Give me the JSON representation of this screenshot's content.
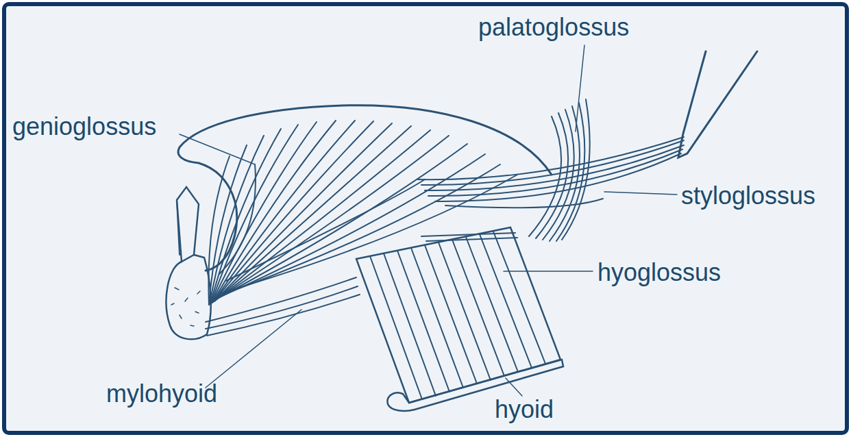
{
  "diagram": {
    "labels": [
      "palatoglossus",
      "genioglossus",
      "styloglossus",
      "hyoglossus",
      "mylohyoid",
      "hyoid"
    ]
  }
}
